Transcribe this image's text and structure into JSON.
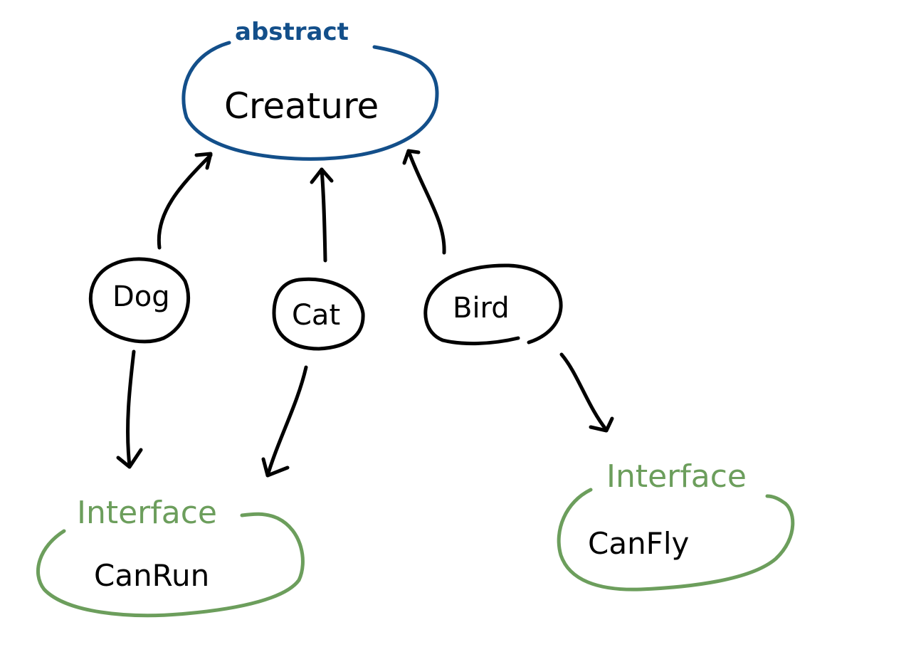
{
  "nodes": {
    "creature": {
      "tag": "abstract",
      "label": "Creature"
    },
    "dog": {
      "label": "Dog"
    },
    "cat": {
      "label": "Cat"
    },
    "bird": {
      "label": "Bird"
    },
    "canrun": {
      "tag": "Interface",
      "label": "CanRun"
    },
    "canfly": {
      "tag": "Interface",
      "label": "CanFly"
    }
  },
  "edges": [
    {
      "from": "dog",
      "to": "creature"
    },
    {
      "from": "cat",
      "to": "creature"
    },
    {
      "from": "bird",
      "to": "creature"
    },
    {
      "from": "dog",
      "to": "canrun"
    },
    {
      "from": "cat",
      "to": "canrun"
    },
    {
      "from": "bird",
      "to": "canfly"
    }
  ],
  "colors": {
    "abstract": "#134f8a",
    "interface": "#6c9e5c",
    "ink": "#000000"
  }
}
